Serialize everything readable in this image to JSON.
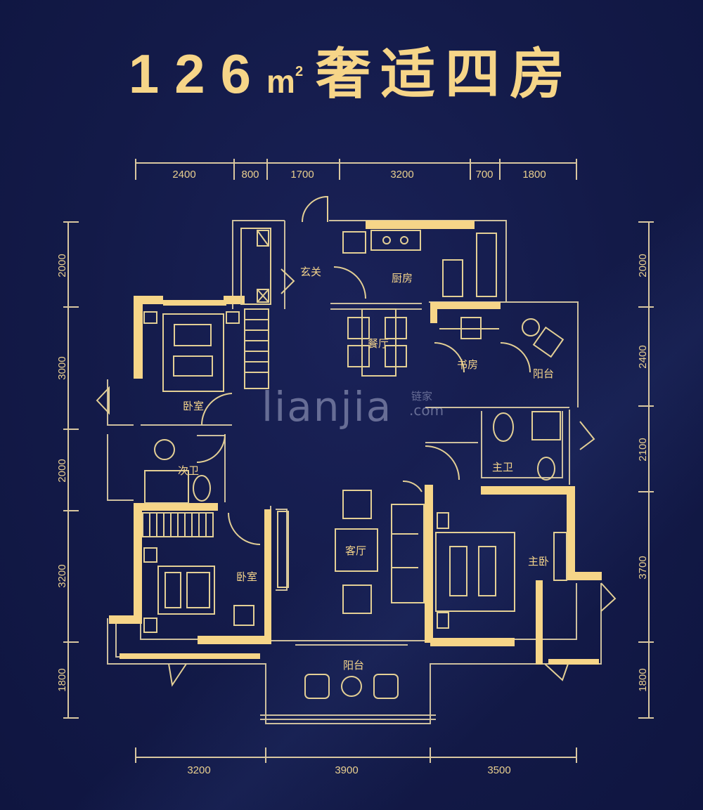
{
  "header": {
    "area_number": "126",
    "area_unit": "m",
    "area_unit_sup": "2",
    "title_text": "奢适四房"
  },
  "colors": {
    "background": "#141b4a",
    "gold": "#f6d588",
    "line": "#d9c7a0"
  },
  "dimensions": {
    "top": [
      "2400",
      "800",
      "1700",
      "3200",
      "700",
      "1800"
    ],
    "bottom": [
      "3200",
      "3900",
      "3500"
    ],
    "left": [
      "2000",
      "3000",
      "2000",
      "3200",
      "1800"
    ],
    "right": [
      "2000",
      "2400",
      "2100",
      "3700",
      "1800"
    ]
  },
  "rooms": {
    "entrance": "玄关",
    "kitchen": "厨房",
    "dining": "餐厅",
    "study": "书房",
    "balcony_study": "阳台",
    "bedroom_1": "卧室",
    "second_bath": "次卫",
    "master_bath": "主卫",
    "bedroom_2": "卧室",
    "living": "客厅",
    "master_bedroom": "主卧",
    "balcony_living": "阳台"
  },
  "watermark": {
    "text": "lianjia",
    "cn": "链家",
    "com": ".com"
  }
}
